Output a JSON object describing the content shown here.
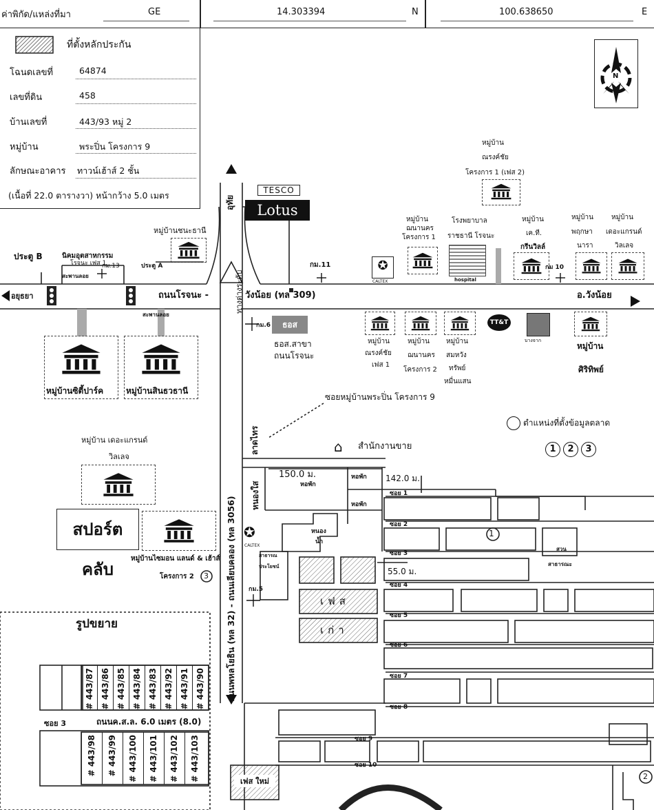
{
  "header": {
    "coord_label": "ค่าพิกัด/แหล่งที่มา",
    "source": "GE",
    "lat": "14.303394",
    "lat_dir": "N",
    "lon": "100.638650",
    "lon_dir": "E"
  },
  "legend": {
    "collateral_label": "ที่ตั้งหลักประกัน",
    "rows": [
      {
        "label": "โฉนดเลขที่",
        "value": "64874"
      },
      {
        "label": "เลขที่ดิน",
        "value": "458"
      },
      {
        "label": "บ้านเลขที่",
        "value": "443/93 หมู่ 2"
      },
      {
        "label": "หมู่บ้าน",
        "value": "พระปิ่น โครงการ 9"
      },
      {
        "label": "ลักษณะอาคาร",
        "value": "ทาวน์เฮ้าส์ 2 ชั้น"
      }
    ],
    "area_note": "(เนื้อที่ 22.0 ตารางวา) หน้ากว้าง 5.0 เมตร"
  },
  "compass": {
    "letter": "N"
  },
  "store": {
    "brand_top": "TESCO",
    "brand_bottom": "Lotus"
  },
  "labels": {
    "village_ratchathani": "หมู่บ้านชนะธานี",
    "gate_b": "ประตู B",
    "industrial_1": "นิคมอุตสาหกรรม",
    "industrial_2": "โรจนะ เฟส 1",
    "km13": "กม.13",
    "gate_a": "ประตู A",
    "overpass": "สะพานลอย",
    "to_ayutthaya": "อยุธยา",
    "road_rojana": "ถนนโรจนะ -",
    "road_wangnoi": "วังน้อย (ทล 309)",
    "to_wangnoi": "อ.วังน้อย",
    "km11": "กม.11",
    "km10": "กม 10",
    "km6": "กม.6",
    "km5": "กม.5",
    "north_road": "อุทัย",
    "junction": "ทางต่างระดับ",
    "gsb_logo": "ธอส",
    "gsb_branch_1": "ธอส.สาขา",
    "gsb_branch_2": "ถนนโรจนะ",
    "village_city_park": "หมู่บ้านซิตี้ปาร์ค",
    "village_sinthawee": "หมู่บ้านสินธวธานี",
    "village_anankorn1_a": "หมู่บ้าน",
    "village_anankorn1_b": "ฌนานคร",
    "village_anankorn1_c": "โครงการ 1",
    "hospital_a": "โรงพยาบาล",
    "hospital_b": "ราชธานี โรจนะ",
    "hospital_c": "hospital",
    "village_narongchai_top_a": "หมู่บ้าน",
    "village_narongchai_top_b": "ณรงค์ชัย",
    "village_narongchai_top_c": "โครงการ 1 (เฟส 2)",
    "village_kt_a": "หมู่บ้าน",
    "village_kt_b": "เค.ที.",
    "village_kt_c": "กรีนวิลล์",
    "village_pruksa_a": "หมู่บ้าน",
    "village_pruksa_b": "พฤกษา",
    "village_pruksa_c": "นารา",
    "village_grand_a": "หมู่บ้าน",
    "village_grand_b": "เดอะแกรนด์",
    "village_grand_c": "วิลเลจ",
    "caltex": "CALTEX",
    "village_narongchai_f1_a": "หมู่บ้าน",
    "village_narongchai_f1_b": "ณรงค์ชัย",
    "village_narongchai_f1_c": "เฟส 1",
    "village_anankorn2_a": "หมู่บ้าน",
    "village_anankorn2_b": "ฌนานคร",
    "village_anankorn2_c": "โครงการ 2",
    "village_somwang_a": "หมู่บ้าน",
    "village_somwang_b": "สมหวัง",
    "village_somwang_c": "ทรัพย์",
    "village_somwang_d": "หมื่นแสน",
    "ttt": "TT&T",
    "bangchak": "บางจาก",
    "village_siri_a": "หมู่บ้าน",
    "village_siri_b": "ศิริทิพย์",
    "soi_praepin": "ซอยหมู่บ้านพระปิ่น โครงการ 9",
    "market_note": "ตำแหน่งที่ตั้งข้อมูลตลาด",
    "sales_office": "สำนักงานขาย",
    "village_grand_left_a": "หมู่บ้าน เดอะแกรนด์",
    "village_grand_left_b": "วิลเลจ",
    "sports_club": "สปอร์ตคลับ",
    "village_simon_a": "หมู่บ้านไซมอน แลนด์ & เฮ้าส์",
    "village_simon_b": "โครงการ 2",
    "dim_150": "150.0 ม.",
    "dim_142": "142.0 ม.",
    "dim_55": "55.0 ม.",
    "dorm_1": "หอพัก",
    "dorm_2": "หอพัก",
    "dorm_3": "หอพัก",
    "pond_a": "หนอง",
    "pond_b": "น้ำ",
    "water_a": "สาธารณ",
    "water_b": "ประโยชน์",
    "park": "สวน",
    "park_b": "สาธารณะ",
    "phase_old_a": "เฟส",
    "phase_old_b": "เก่า",
    "phase_new": "เฟส ใหม่",
    "main_road_vertical": "ถนนพหลโยธิน (ทล 32) - ถนนเลียบคลอง (ทล 3056)",
    "left_vertical_a": "ลาดไทร",
    "left_vertical_b": "หนองใส",
    "expand_title": "รูปขยาย",
    "soi3": "ซอย 3",
    "road_width": "ถนนค.ส.ล. 6.0 เมตร (8.0)"
  },
  "market_numbers": [
    "1",
    "2",
    "3"
  ],
  "sois": [
    "ซอย 1",
    "ซอย 2",
    "ซอย 3",
    "ซอย 4",
    "ซอย 5",
    "ซอย 6",
    "ซอย 7",
    "ซอย 8",
    "ซอย 9",
    "ซอย 10"
  ],
  "lots_top": [
    "# 443/87",
    "# 443/86",
    "# 443/85",
    "# 443/84",
    "# 443/83",
    "# 443/92",
    "# 443/91",
    "# 443/90"
  ],
  "lots_bottom": [
    "# 443/98",
    "# 443/99",
    "# 443/100",
    "# 443/101",
    "# 443/102",
    "# 443/103"
  ]
}
